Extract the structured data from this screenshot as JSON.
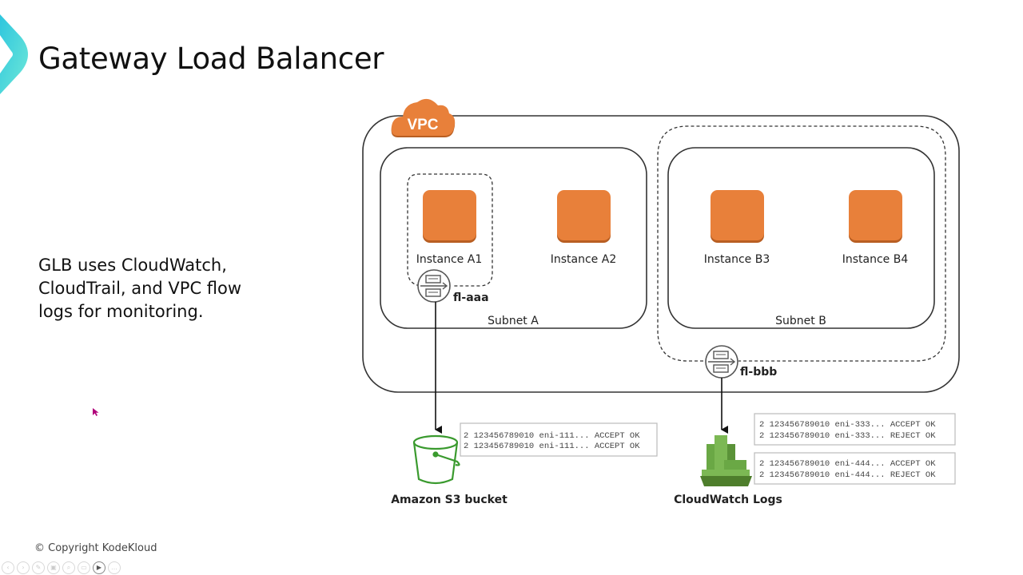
{
  "slide": {
    "title": "Gateway Load Balancer",
    "body_text": "GLB uses CloudWatch, CloudTrail, and VPC flow logs for monitoring.",
    "copyright": "© Copyright KodeKloud"
  },
  "colors": {
    "logo_gradient_start": "#2ec6de",
    "logo_gradient_end": "#6ee8d8",
    "instance_orange": "#e8803a",
    "instance_shadow": "#b85e22",
    "green_s3": "#3a9a2e",
    "green_cloudwatch": "#6aa845",
    "cursor": "#b0007a"
  },
  "diagram": {
    "vpc_label": "VPC",
    "subnets": [
      {
        "label": "Subnet A",
        "instances": [
          {
            "label": "Instance A1"
          },
          {
            "label": "Instance A2"
          }
        ]
      },
      {
        "label": "Subnet B",
        "instances": [
          {
            "label": "Instance B3"
          },
          {
            "label": "Instance B4"
          }
        ]
      }
    ],
    "flow_logs": [
      {
        "id": "fl-aaa",
        "destination": "Amazon S3 bucket"
      },
      {
        "id": "fl-bbb",
        "destination": "CloudWatch Logs"
      }
    ],
    "s3": {
      "label": "Amazon S3 bucket",
      "log_lines": [
        "2 123456789010 eni-111... ACCEPT OK",
        "2 123456789010 eni-111... ACCEPT OK"
      ]
    },
    "cloudwatch": {
      "label": "CloudWatch Logs",
      "log_groups": [
        [
          "2 123456789010 eni-333... ACCEPT OK",
          "2 123456789010 eni-333... REJECT OK"
        ],
        [
          "2 123456789010 eni-444... ACCEPT OK",
          "2 123456789010 eni-444... REJECT OK"
        ]
      ]
    }
  },
  "toolbar": {
    "buttons": [
      {
        "name": "previous-slide",
        "glyph": "‹"
      },
      {
        "name": "next-slide",
        "glyph": "›"
      },
      {
        "name": "pen",
        "glyph": "✎"
      },
      {
        "name": "slides-overview",
        "glyph": "▣"
      },
      {
        "name": "zoom",
        "glyph": "⌕"
      },
      {
        "name": "subtitles",
        "glyph": "▭"
      },
      {
        "name": "camera",
        "glyph": "▶"
      },
      {
        "name": "more",
        "glyph": "…"
      }
    ]
  }
}
